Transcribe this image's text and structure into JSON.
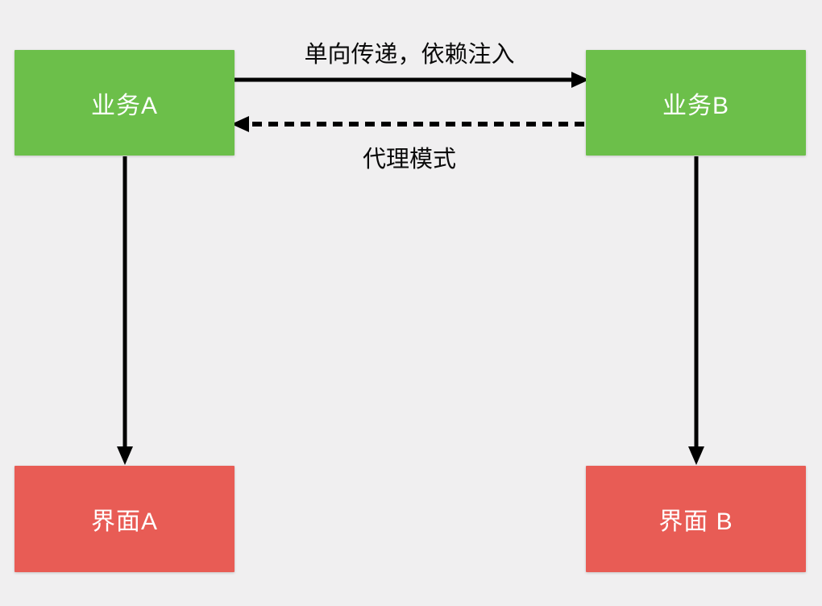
{
  "diagram": {
    "background_color": "#f0eff0",
    "arrow_color": "#000000",
    "nodes": [
      {
        "id": "business-a",
        "label": "业务A",
        "color": "#6cbf4a",
        "text_color": "#ffffff"
      },
      {
        "id": "business-b",
        "label": "业务B",
        "color": "#6cbf4a",
        "text_color": "#ffffff"
      },
      {
        "id": "interface-a",
        "label": "界面A",
        "color": "#e85c55",
        "text_color": "#ffffff"
      },
      {
        "id": "interface-b",
        "label": "界面 B",
        "color": "#e85c55",
        "text_color": "#ffffff"
      }
    ],
    "edges": [
      {
        "from": "business-a",
        "to": "business-b",
        "style": "solid",
        "direction": "right",
        "label": "单向传递，依赖注入"
      },
      {
        "from": "business-b",
        "to": "business-a",
        "style": "dashed",
        "direction": "left",
        "label": "代理模式"
      },
      {
        "from": "business-a",
        "to": "interface-a",
        "style": "solid",
        "direction": "down",
        "label": ""
      },
      {
        "from": "business-b",
        "to": "interface-b",
        "style": "solid",
        "direction": "down",
        "label": ""
      }
    ]
  }
}
